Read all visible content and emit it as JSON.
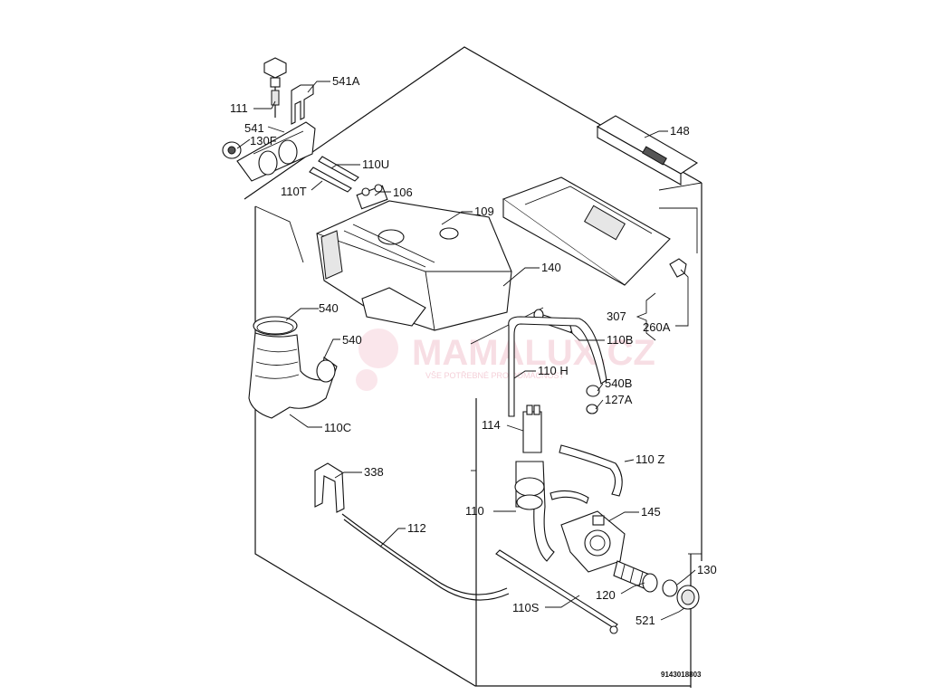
{
  "diagram": {
    "title": "Exploded parts diagram",
    "reference_code": "9143018803",
    "watermark": {
      "brand": "MAMALUX.CZ",
      "tagline": "VŠE POTŘEBNÉ PRO DOMÁCNOST"
    },
    "callouts": {
      "c111": "111",
      "c541a": "541A",
      "c541": "541",
      "c130f": "130F",
      "c110u": "110U",
      "c110t": "110T",
      "c106": "106",
      "c109": "109",
      "c148": "148",
      "c140": "140",
      "c540a": "540",
      "c540b": "540",
      "c307": "307",
      "c260a": "260A",
      "c110b": "110B",
      "c110h": "110 H",
      "c540bb": "540B",
      "c127a": "127A",
      "c110c": "110C",
      "c114": "114",
      "c110z": "110 Z",
      "c338": "338",
      "c112": "112",
      "c110": "110",
      "c145": "145",
      "c130": "130",
      "c120": "120",
      "c110s": "110S",
      "c521": "521"
    }
  }
}
